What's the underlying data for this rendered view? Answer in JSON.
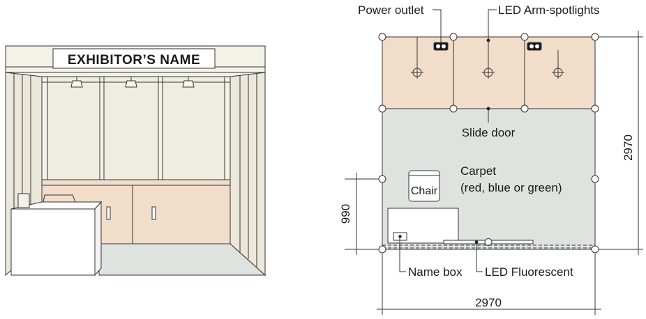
{
  "booth_view": {
    "fascia_text": "EXHIBITOR’S NAME"
  },
  "floor_plan": {
    "labels": {
      "power_outlet": "Power outlet",
      "led_arm_spotlights": "LED Arm-spotlights",
      "slide_door": "Slide door",
      "carpet_line1": "Carpet",
      "carpet_line2": "(red, blue or green)",
      "chair": "Chair",
      "name_box": "Name box",
      "led_fluorescent": "LED Fluorescent"
    },
    "dimensions": {
      "width": "2970",
      "depth": "2970",
      "counter_depth": "990"
    }
  },
  "colors": {
    "storage_fill": "#f1ddc9",
    "carpet_fill": "#dee3e0",
    "wall_fill": "#efece1",
    "line": "#333333"
  }
}
